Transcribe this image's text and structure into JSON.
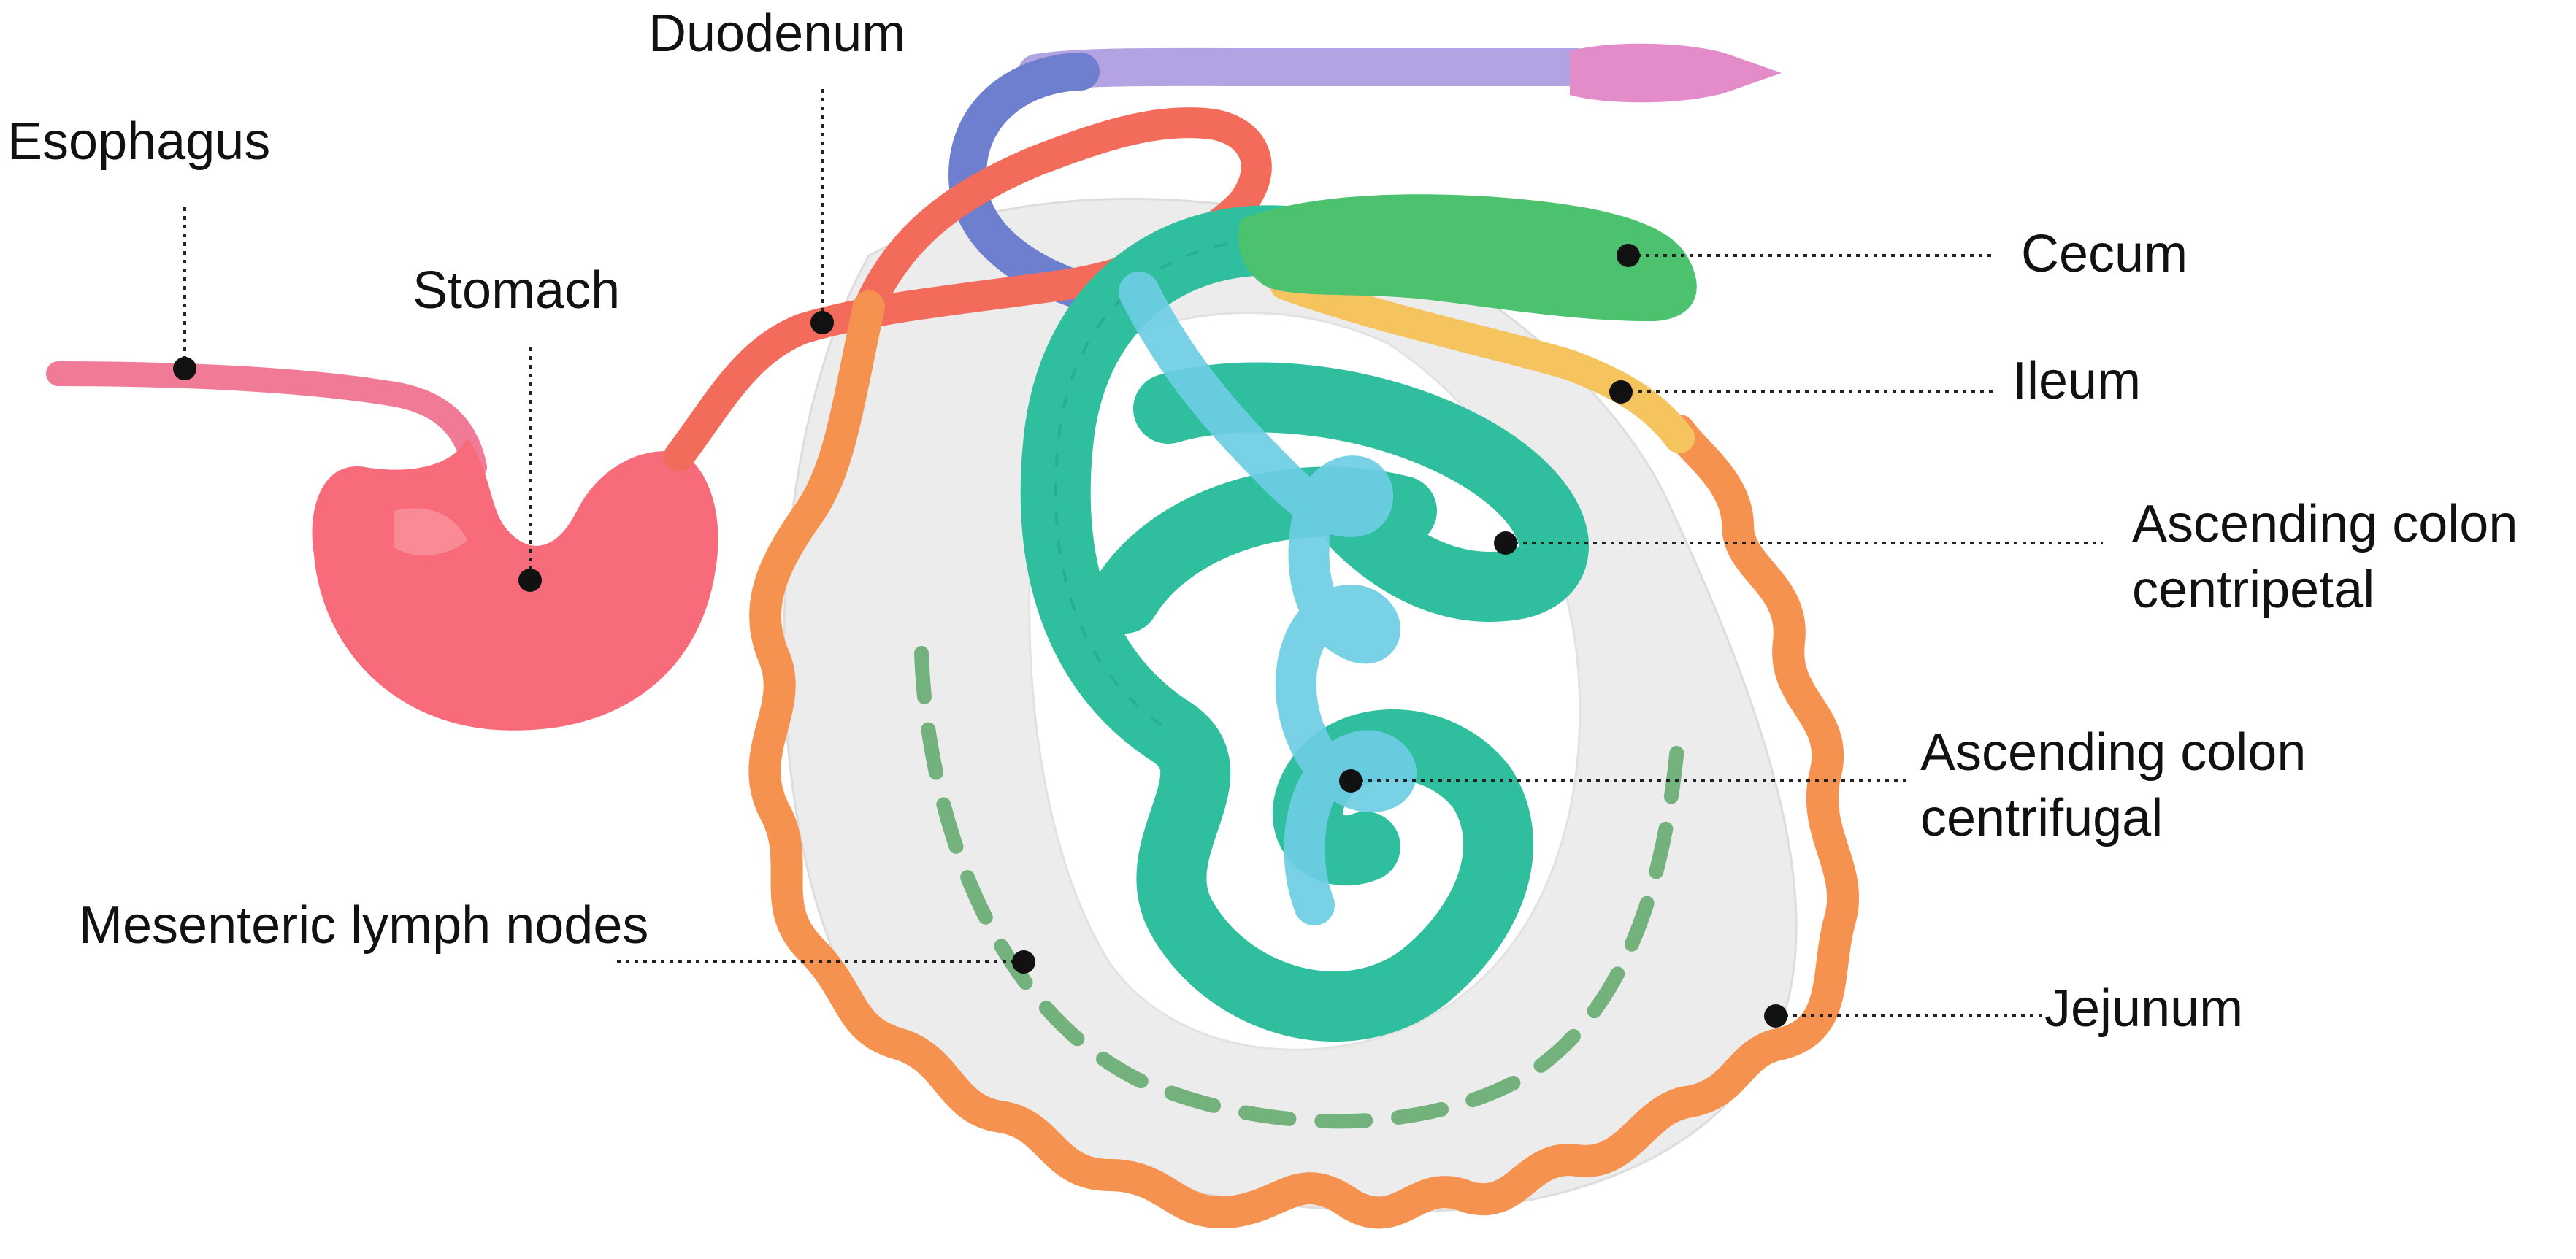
{
  "labels": {
    "esophagus": "Esophagus",
    "stomach": "Stomach",
    "duodenum": "Duodenum",
    "cecum": "Cecum",
    "ileum": "Ileum",
    "asc_centripetal_1": "Ascending colon",
    "asc_centripetal_2": "centripetal",
    "asc_centrifugal_1": "Ascending colon",
    "asc_centrifugal_2": "centrifugal",
    "lymph_nodes": "Mesenteric lymph nodes",
    "jejunum": "Jejunum"
  },
  "colors": {
    "esophagus": "#f17a96",
    "stomach": "#f76b7a",
    "duodenum": "#f26b5b",
    "jejunum": "#f6924f",
    "ileum": "#f5c45e",
    "cecum": "#4cc26e",
    "colon_centripetal": "#2fbf9f",
    "colon_centrifugal": "#6ccde3",
    "transverse_colon": "#6f7fd0",
    "descending_colon": "#b3a3e3",
    "rectum": "#e48cc9",
    "mesentery": "#ececec",
    "lymph_nodes": "#5fa86a"
  }
}
